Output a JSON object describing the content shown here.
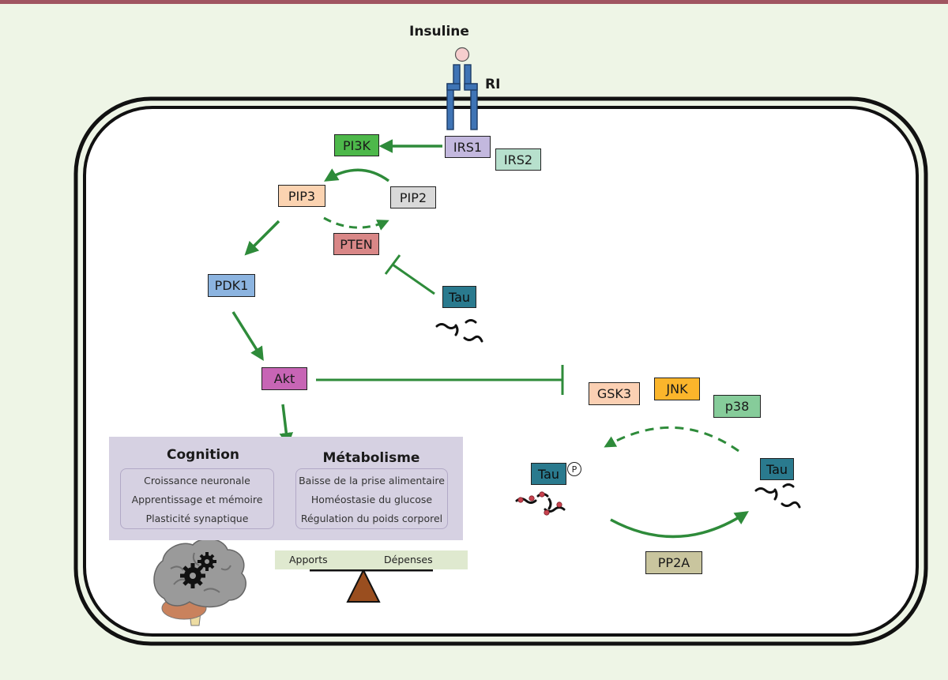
{
  "labels": {
    "insulin": "Insuline",
    "receptor": "RI"
  },
  "nodes": {
    "irs1": "IRS1",
    "irs2": "IRS2",
    "pi3k": "PI3K",
    "pip3": "PIP3",
    "pip2": "PIP2",
    "pten": "PTEN",
    "pdk1": "PDK1",
    "tau_top": "Tau",
    "akt": "Akt",
    "gsk3": "GSK3",
    "jnk": "JNK",
    "p38": "p38",
    "tau_phos": "Tau",
    "phospho_mark": "P",
    "tau_right": "Tau",
    "pp2a": "PP2A"
  },
  "functions": {
    "cognition": {
      "title": "Cognition",
      "items": [
        "Croissance neuronale",
        "Apprentissage et mémoire",
        "Plasticité synaptique"
      ]
    },
    "metabolism": {
      "title": "Métabolisme",
      "items": [
        "Baisse de la prise alimentaire",
        "Homéostasie du glucose",
        "Régulation du poids corporel"
      ]
    }
  },
  "balance": {
    "left": "Apports",
    "right": "Dépenses"
  },
  "colors": {
    "arrow": "#2e8b3a",
    "receptor": "#3f74b5",
    "insulin": "#f6cece",
    "irs1": "#c3b8de",
    "irs2": "#b7e0cd",
    "pi3k": "#4db84a",
    "pip3": "#fbd3b1",
    "pip2": "#d9d9d9",
    "pten": "#d98787",
    "pdk1": "#8cb4e0",
    "tau": "#2a7a8e",
    "akt": "#c765b5",
    "gsk3": "#fbd0b3",
    "jnk": "#fbb52b",
    "p38": "#86cc9a",
    "pp2a": "#c9c59e",
    "panel": "#d6d1e2",
    "balance_bar": "#dfe9cf",
    "fulcrum": "#9a4e1f"
  }
}
